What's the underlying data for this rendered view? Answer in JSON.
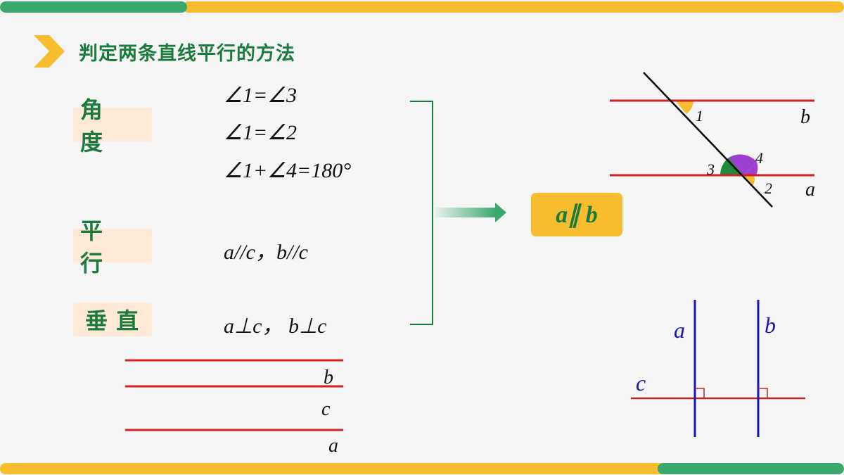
{
  "title": "判定两条直线平行的方法",
  "colors": {
    "green": "#3aa86e",
    "yellow": "#f7bd2e",
    "dark_green": "#1b7a3c",
    "red": "#d41f1f",
    "blue": "#1515b0",
    "label_bg": "#fde9d6"
  },
  "methods": [
    {
      "label": "角 度",
      "conditions": [
        "∠1=∠3",
        "∠1=∠2",
        "∠1+∠4=180°"
      ]
    },
    {
      "label": "平 行",
      "conditions": [
        "a//c，b//c"
      ]
    },
    {
      "label": "垂直",
      "conditions": [
        "a⊥c， b⊥c"
      ]
    }
  ],
  "result": "a∥ b",
  "figure_angles": {
    "line_top": "b",
    "line_bottom": "a",
    "angle_labels": [
      "1",
      "2",
      "3",
      "4"
    ]
  },
  "figure_parallel": {
    "labels": [
      "b",
      "c",
      "a"
    ]
  },
  "figure_perpendicular": {
    "labels": [
      "a",
      "b",
      "c"
    ]
  }
}
